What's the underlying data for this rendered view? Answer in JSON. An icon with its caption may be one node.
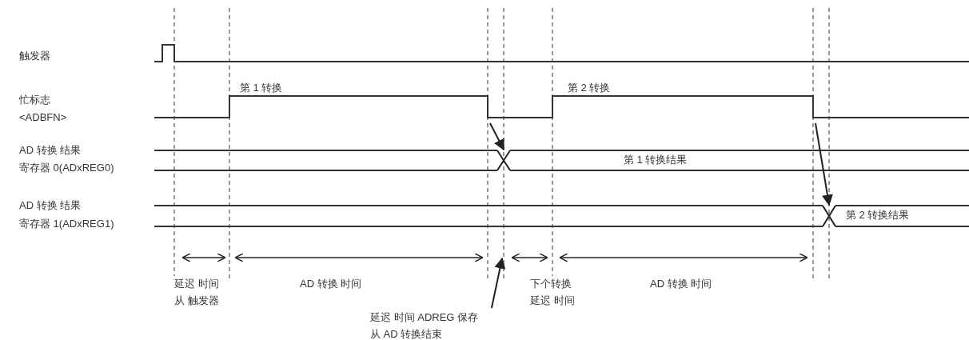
{
  "diagram": {
    "nodes": [
      {
        "text": [
          "延迟 时间 ADREG 保存",
          "从 AD 转换结束"
        ]
      },
      {
        "text": [],
        "shape": "cross"
      },
      {
        "text": [],
        "shape": "cross"
      }
    ],
    "edges": [
      {
        "from": 0,
        "to": null,
        "arrow": "to"
      },
      {
        "from": null,
        "to": 1,
        "arrow": "to"
      },
      {
        "from": null,
        "to": 2,
        "arrow": "to"
      }
    ],
    "labels": [
      "触发器",
      "第 1 转换",
      "第 2 转换",
      "忙标志",
      "<ADBFN>",
      "AD 转换 结果",
      "寄存器 0(ADxREG0)",
      "第 1 转换结果",
      "AD 转换 结果",
      "寄存器 1(ADxREG1)",
      "第 2 转换结果",
      "延迟 时间",
      "从 触发器",
      "AD 转换 时间",
      "下个转换",
      "延迟 时间",
      "AD 转换 时间"
    ]
  }
}
